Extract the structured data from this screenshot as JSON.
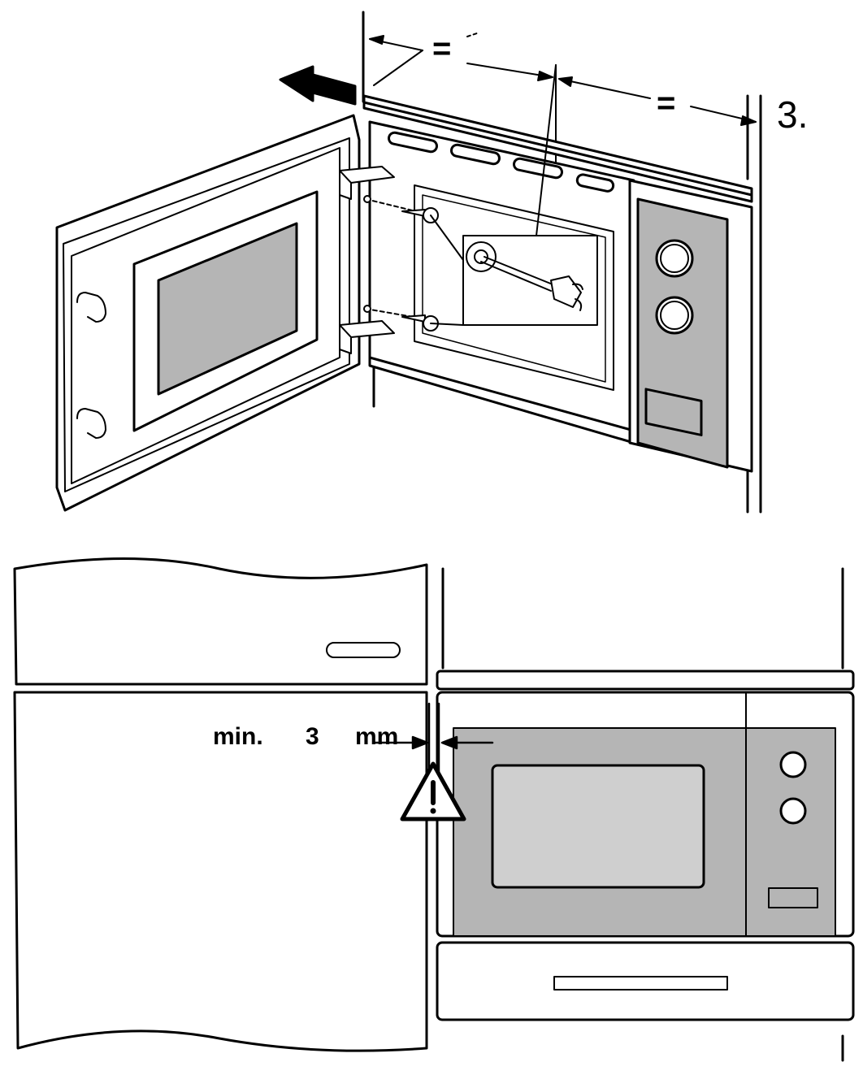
{
  "step_label": "3.",
  "equal_sign_left": "=",
  "equal_sign_right": "=",
  "gap": {
    "prefix": "min.",
    "value": "3",
    "unit": "mm"
  },
  "icons": {
    "direction_arrow": "arrow-left-icon",
    "warning": "warning-triangle-icon",
    "screwdriver": "screwdriver-icon"
  },
  "colors": {
    "line": "#000000",
    "panel_fill": "#b5b5b5",
    "window_fill": "#cfcfcf",
    "background": "#ffffff"
  }
}
